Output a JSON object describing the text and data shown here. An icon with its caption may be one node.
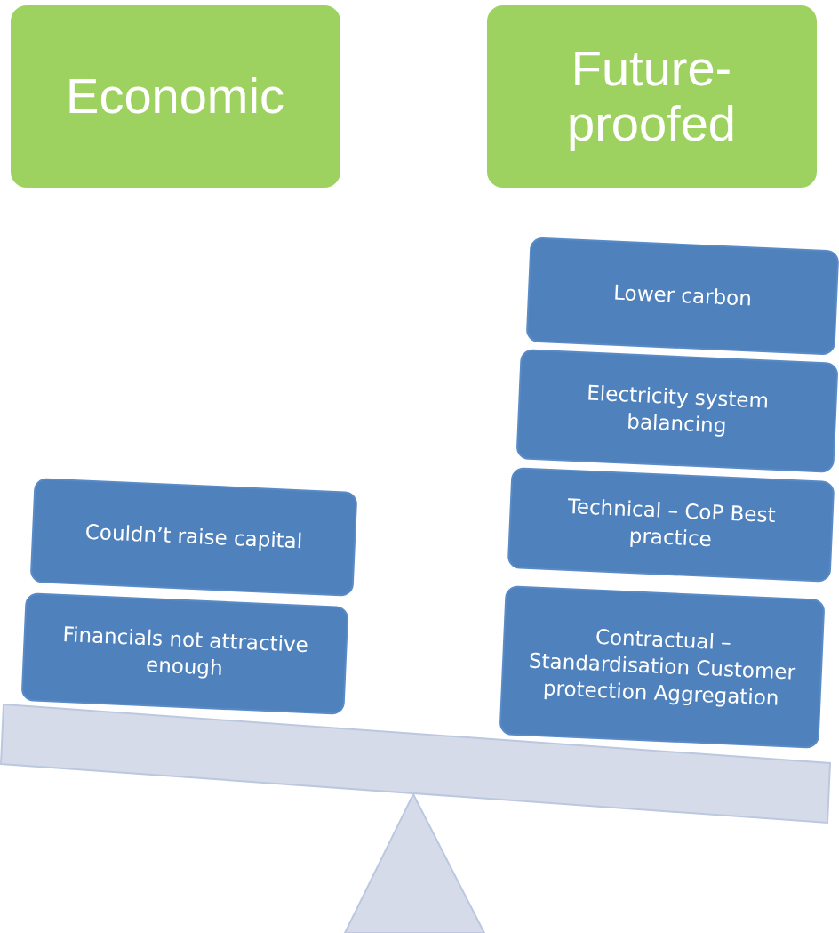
{
  "diagram": {
    "nodes": [
      {
        "text": [
          "Economic"
        ]
      },
      {
        "text": [
          "Future-proofed"
        ]
      },
      {
        "text": [
          "Lower carbon"
        ]
      },
      {
        "text": [
          "Electricity system balancing"
        ]
      },
      {
        "text": [
          "Technical – CoP Best practice"
        ]
      },
      {
        "text": [
          "Contractual – Standardisation Customer protection Aggregation"
        ]
      },
      {
        "text": [
          "Couldn’t raise capital"
        ]
      },
      {
        "text": [
          "Financials not attractive enough"
        ]
      }
    ]
  }
}
